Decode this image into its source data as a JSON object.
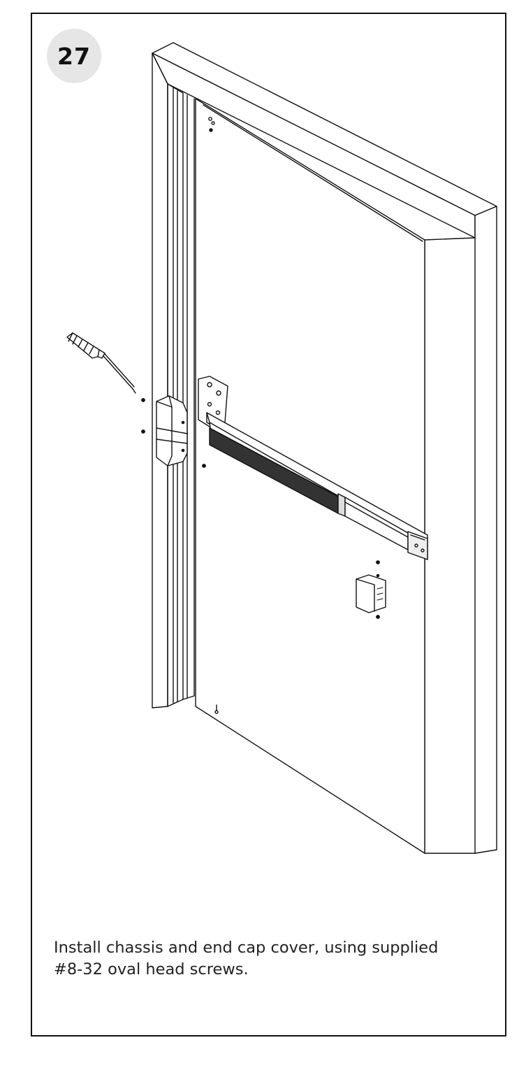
{
  "step": {
    "number": "27"
  },
  "caption": {
    "line1": "Install chassis and end cap cover, using supplied",
    "line2": "#8-32  oval head screws."
  },
  "illustration": {
    "parts": [
      "door-frame",
      "door",
      "exit-device-rail",
      "chassis-cover",
      "end-cap-cover",
      "screwdriver",
      "screws"
    ]
  }
}
